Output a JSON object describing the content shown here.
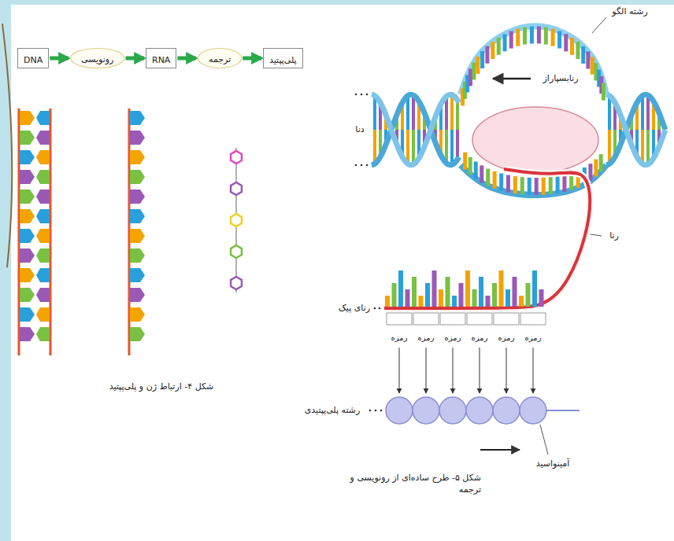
{
  "diagram": {
    "caption": "شکل ۵- طرح ساده‌ای از رونویسی و ترجمه",
    "nodes": [
      {
        "text": [
          "DNA"
        ]
      },
      {
        "text": [
          "رونویسی"
        ]
      },
      {
        "text": [
          "RNA"
        ]
      },
      {
        "text": [
          "ترجمه"
        ]
      },
      {
        "text": [
          "پلی‌پپتید"
        ]
      }
    ],
    "edges": [
      {
        "from": 0,
        "to": 1,
        "arrow": "to"
      },
      {
        "from": 1,
        "to": 2,
        "arrow": "to"
      },
      {
        "from": 2,
        "to": 3,
        "arrow": "to"
      },
      {
        "from": 3,
        "to": 4,
        "arrow": "to"
      }
    ],
    "labels": [
      "شکل ۴- ارتباط ژن و پلی‌پپتید",
      "رشته الگو",
      "رنابسپاراز",
      "دنا",
      "رنا",
      "رنای پیک",
      "رمزه",
      "رمزه",
      "رمزه",
      "رمزه",
      "رمزه",
      "رمزه",
      "رشته پلی‌پپتیدی",
      "آمینواسید"
    ]
  }
}
